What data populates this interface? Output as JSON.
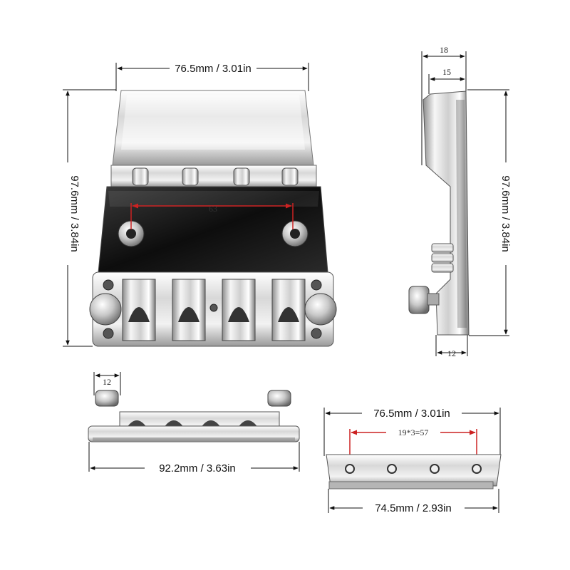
{
  "colors": {
    "background": "#ffffff",
    "dimension_line": "#111111",
    "inner_dimension_line": "#cc2222",
    "chrome_light": "#f4f4f4",
    "chrome_mid": "#b9b9b9",
    "chrome_dark": "#1c1c1c"
  },
  "front_view": {
    "width_label": "76.5mm / 3.01in",
    "height_label": "97.6mm / 3.84in",
    "hole_spacing_label": "63"
  },
  "side_view": {
    "top_outer_label": "18",
    "top_inner_label": "15",
    "height_label": "97.6mm / 3.84in",
    "bottom_label": "12"
  },
  "bottom_left_view": {
    "knob_label": "12",
    "width_label": "92.2mm / 3.63in"
  },
  "bottom_right_view": {
    "top_width_label": "76.5mm / 3.01in",
    "hole_spacing_label": "19*3=57",
    "bottom_width_label": "74.5mm / 2.93in"
  }
}
